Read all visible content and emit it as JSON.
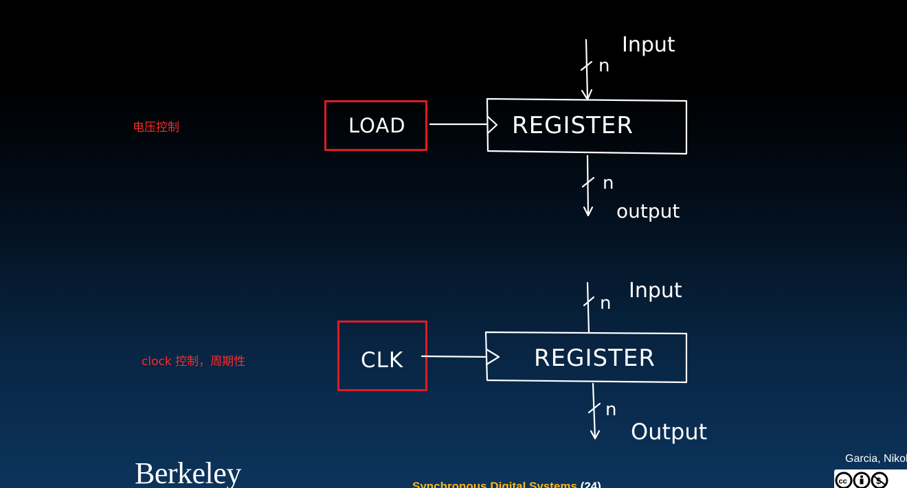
{
  "annotations": {
    "top": "电压控制",
    "bottom": "clock 控制，周期性"
  },
  "diagram_top": {
    "control_label": "LOAD",
    "register_label": "REGISTER",
    "input_label": "Input",
    "output_label": "output",
    "bus_width_in": "n",
    "bus_width_out": "n"
  },
  "diagram_bottom": {
    "control_label": "CLK",
    "register_label": "REGISTER",
    "input_label": "Input",
    "output_label": "Output",
    "bus_width_in": "n",
    "bus_width_out": "n"
  },
  "footer": {
    "logo": "Berkeley",
    "title": "Synchronous Digital Systems",
    "slide_number": "(24)",
    "author": "Garcia, Nikolić"
  },
  "colors": {
    "annotation": "#ff2a2a",
    "highlight_box": "#e01b24",
    "title_gold": "#fdb515",
    "background_bottom": "#0c345c"
  }
}
